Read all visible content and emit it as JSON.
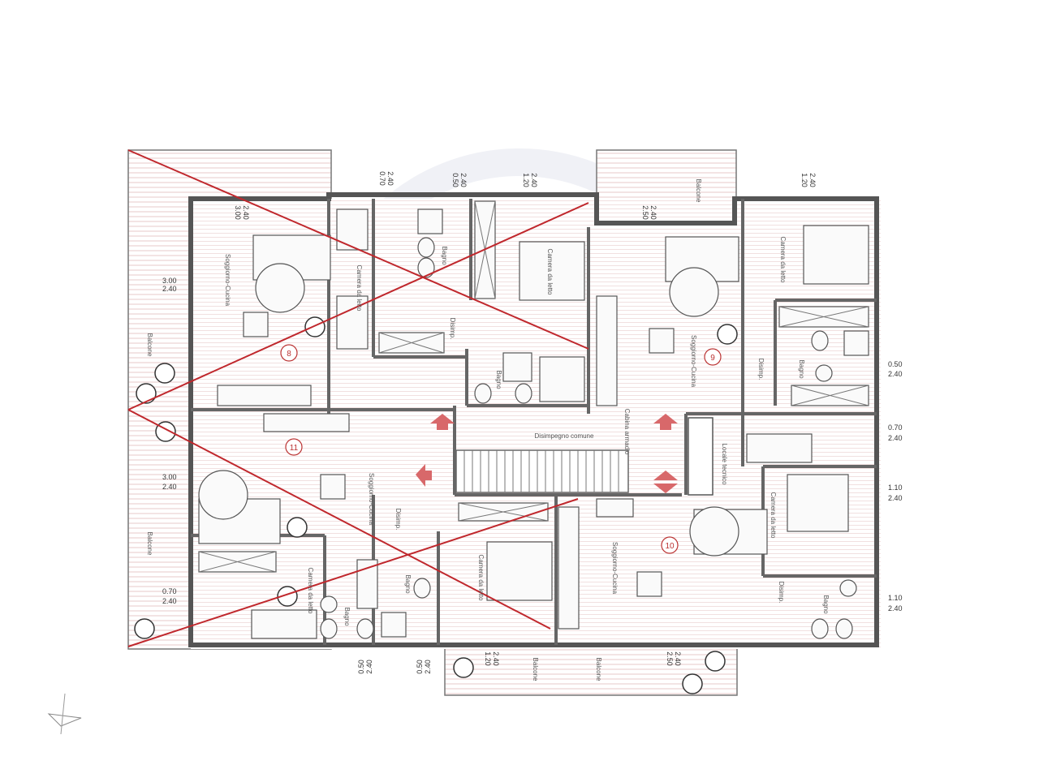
{
  "plan": {
    "common_corridor": "Disimpegno comune",
    "apartments": [
      {
        "number": "8",
        "living": "Soggiorno-Cucina",
        "bedroom": "Camera da letto",
        "bath": "Bagno",
        "hall": "Disimp.",
        "balcony": "Balcone"
      },
      {
        "number": "9",
        "living": "Soggiorno-Cucina",
        "bedroom": "Camera da letto",
        "bath": "Bagno",
        "hall": "Disimp.",
        "balcony": "Balcone"
      },
      {
        "number": "10",
        "living": "Soggiorno-Cucina",
        "bedroom": "Camera da letto",
        "bath": "Bagno",
        "hall": "Disimp.",
        "balcony": "Balcone"
      },
      {
        "number": "11",
        "living": "Soggiorno-Cucina",
        "bedroom": "Camera da letto",
        "bath": "Bagno",
        "hall": "Disimp.",
        "balcony": "Balcone"
      }
    ],
    "extra_labels": {
      "bedroom2_top": "Camera da letto",
      "bath2_top": "Bagno",
      "closet": "Cabina armadio",
      "locale_tecnico": "Locale tecnico"
    },
    "dimensions": {
      "d_070_240_top": [
        "0.70",
        "2.40"
      ],
      "d_050_240_top": [
        "0.50",
        "2.40"
      ],
      "d_120_240_top": [
        "1.20",
        "2.40"
      ],
      "d_300_240_top": [
        "3.00",
        "2.40"
      ],
      "d_250_240_top": [
        "2.50",
        "2.40"
      ],
      "d_120_240_topright": [
        "1.20",
        "2.40"
      ],
      "d_300_240_left": [
        "3.00",
        "2.40"
      ],
      "d_300_240_left2": [
        "3.00",
        "2.40"
      ],
      "d_070_240_left": [
        "0.70",
        "2.40"
      ],
      "d_050_240_right": [
        "0.50",
        "2.40"
      ],
      "d_070_240_right": [
        "0.70",
        "2.40"
      ],
      "d_110_240_right": [
        "1.10",
        "2.40"
      ],
      "d_110_240_right2": [
        "1.10",
        "2.40"
      ],
      "d_050_240_bottom": [
        "0.50",
        "2.40"
      ],
      "d_050_240_bottom2": [
        "0.50",
        "2.40"
      ],
      "d_120_240_bottom": [
        "1.20",
        "2.40"
      ],
      "d_250_240_bottom": [
        "2.50",
        "2.40"
      ]
    },
    "colors": {
      "strike": "#c0282d",
      "arrow": "#d8686a",
      "hatch": "#e7c9c9",
      "wall": "#555555",
      "watermark": "#e4e6ee"
    }
  }
}
